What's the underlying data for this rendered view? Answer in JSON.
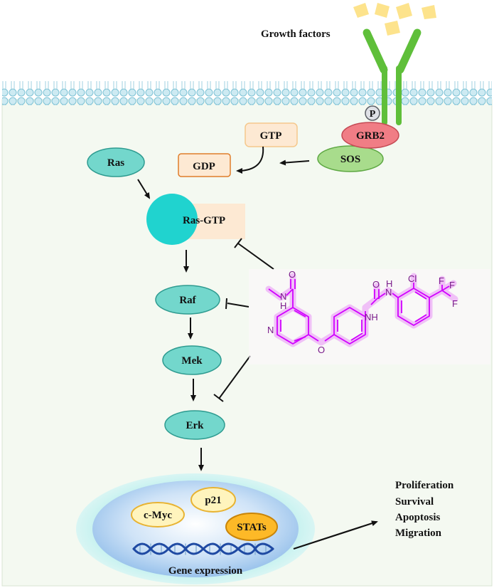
{
  "colors": {
    "cytoplasm": "#f5faf2",
    "membrane": "#bfe4ee",
    "receptor": "#5fbf3a",
    "ligand": "#fde38c",
    "kinase": "#73d7cc",
    "kinase_stroke": "#2e9b90",
    "grb2": "#f07d85",
    "sos": "#a8dc8c",
    "gtp_fill": "#fde9d3",
    "gdp_stroke": "#e07d2a",
    "nucleus": "#9cc8ef",
    "drug": "#d100ff",
    "drug_glow": "#f0c0f7"
  },
  "labels": {
    "growth_factors": "Growth factors",
    "p": "P",
    "grb2": "GRB2",
    "sos": "SOS",
    "gtp": "GTP",
    "gdp": "GDP",
    "ras": "Ras",
    "ras_gtp": "Ras-GTP",
    "raf": "Raf",
    "mek": "Mek",
    "erk": "Erk",
    "p21": "p21",
    "cmyc": "c-Myc",
    "stats": "STATs",
    "gene_expression": "Gene expression"
  },
  "drug_atoms": {
    "o1": "O",
    "nh1": "N",
    "h1": "H",
    "n_pyr": "N",
    "o2": "O",
    "o3": "O",
    "nh2": "NH",
    "n2h": "N",
    "h2": "H",
    "cl": "Cl",
    "f1": "F",
    "f2": "F",
    "f3": "F"
  },
  "outcomes": [
    "Proliferation",
    "Survival",
    "Apoptosis",
    "Migration"
  ]
}
